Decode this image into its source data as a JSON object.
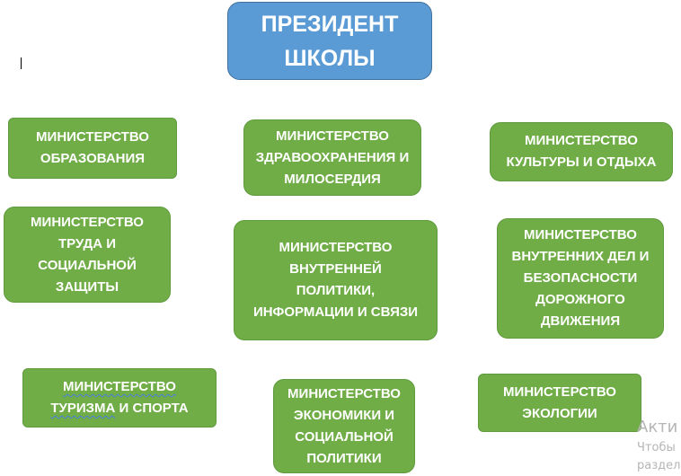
{
  "president": {
    "line1": "ПРЕЗИДЕНТ",
    "line2": "ШКОЛЫ"
  },
  "ministries": {
    "education": "МИНИСТЕРСТВО\nОБРАЗОВАНИЯ",
    "health": "МИНИСТЕРСТВО\nЗДРАВООХРАНЕНИЯ И\nМИЛОСЕРДИЯ",
    "culture": "МИНИСТЕРСТВО\nКУЛЬТУРЫ И ОТДЫХА",
    "labor": "МИНИСТЕРСТВО\nТРУДА И\nСОЦИАЛЬНОЙ\nЗАЩИТЫ",
    "internal_policy": "МИНИСТЕРСТВО\nВНУТРЕННЕЙ\nПОЛИТИКИ,\nИНФОРМАЦИИ И СВЯЗИ",
    "internal_affairs": "МИНИСТЕРСТВО\nВНУТРЕННИХ ДЕЛ И\nБЕЗОПАСНОСТИ\nДОРОЖНОГО\nДВИЖЕНИЯ",
    "tourism": {
      "word1": "МИНИСТЕРСТВО",
      "word2": "ТУРИЗМА",
      "rest": " И СПОРТА"
    },
    "economy": "МИНИСТЕРСТВО\nЭКОНОМИКИ И\nСОЦИАЛЬНОЙ\nПОЛИТИКИ",
    "ecology": "МИНИСТЕРСТВО\nЭКОЛОГИИ"
  },
  "watermark": {
    "line1": "Акти",
    "line2": "Чтобы",
    "line3": "раздел"
  },
  "colors": {
    "president_fill": "#5b9bd5",
    "ministry_fill": "#70ad47",
    "text": "#ffffff"
  }
}
